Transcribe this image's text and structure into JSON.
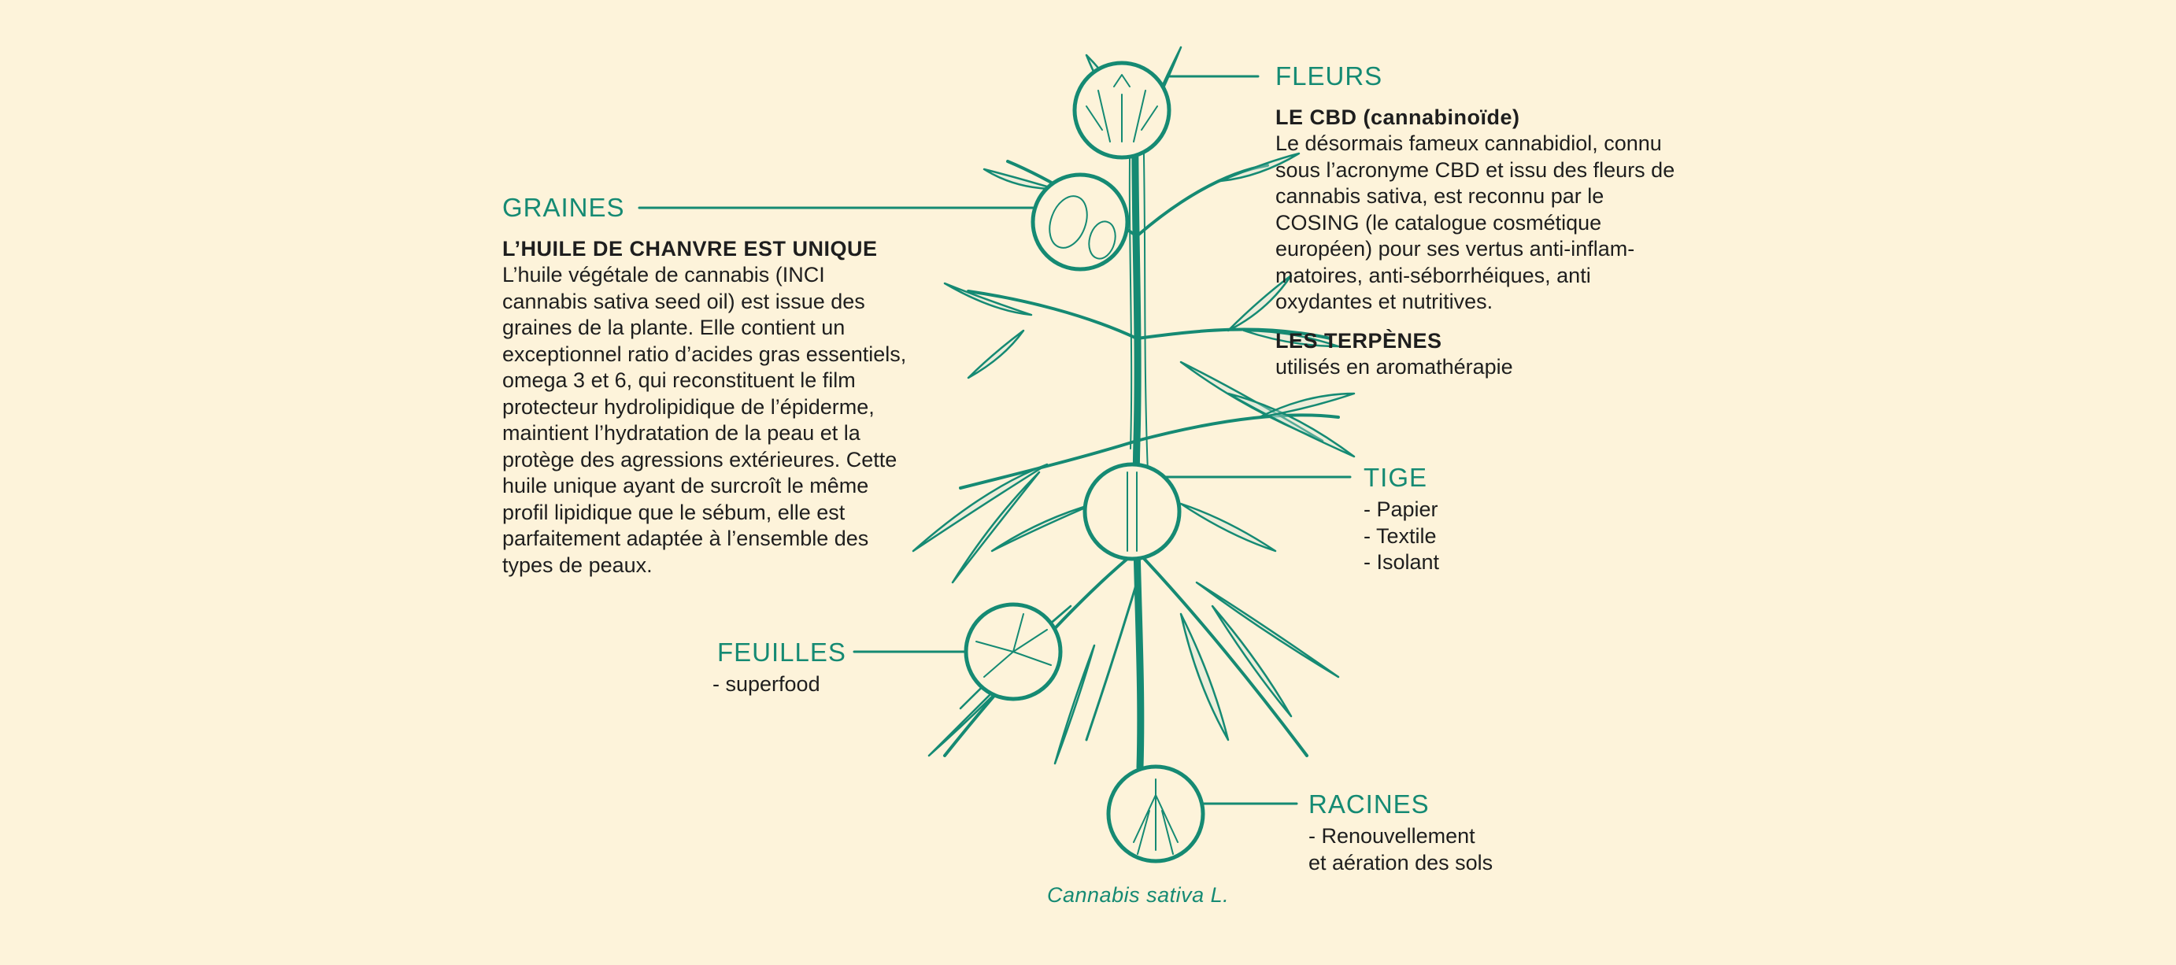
{
  "colors": {
    "background": "#fdf3da",
    "accent": "#158a73",
    "text": "#1e1e1e"
  },
  "fleurs": {
    "heading": "FLEURS",
    "subhead_cbd": "LE CBD (cannabinoïde)",
    "text_cbd": "Le désormais fameux cannabidiol, connu sous l’acronyme CBD et issu des fleurs de cannabis sativa, est reconnu par le COSING (le catalogue cosmétique européen) pour ses vertus anti-inflam-matoires, anti-séborrhéiques, anti oxydantes et nutritives.",
    "subhead_terpenes": "LES TERPÈNES",
    "text_terpenes": "utilisés en aromathérapie"
  },
  "graines": {
    "heading": "GRAINES",
    "subhead": "L’HUILE DE CHANVRE EST UNIQUE",
    "text": "L’huile végétale de cannabis (INCI cannabis sativa seed oil) est issue des graines de la plante. Elle contient un exceptionnel ratio d’acides gras essentiels, omega 3 et 6, qui reconstituent le film protecteur hydrolipidique de l’épiderme, maintient l’hydratation de la peau et la protège des agressions extérieures. Cette huile unique ayant de surcroît le même profil lipidique que le sébum, elle est parfaitement adaptée à l’ensemble des types de peaux."
  },
  "tige": {
    "heading": "TIGE",
    "items": [
      "- Papier",
      "- Textile",
      "- Isolant"
    ]
  },
  "feuilles": {
    "heading": "FEUILLES",
    "items": [
      "- superfood"
    ]
  },
  "racines": {
    "heading": "RACINES",
    "line1": "- Renouvellement",
    "line2": "et aération des sols"
  },
  "caption": "Cannabis sativa L."
}
